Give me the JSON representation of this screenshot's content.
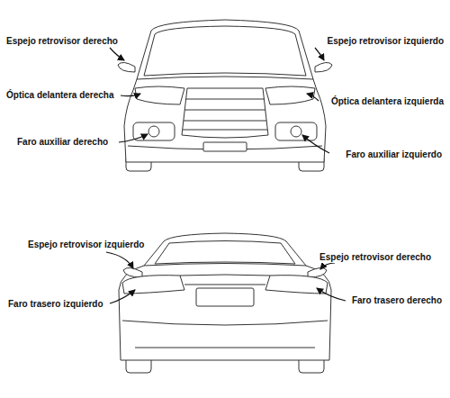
{
  "diagram": {
    "labels": [
      "Espejo retrovisor derecho",
      "Espejo retrovisor izquierdo",
      "Óptica delantera derecha",
      "Óptica delantera izquierda",
      "Faro auxiliar derecho",
      "Faro auxiliar izquierdo",
      "Espejo retrovisor izquierdo",
      "Espejo retrovisor derecho",
      "Faro trasero izquierdo",
      "Faro trasero derecho"
    ]
  }
}
